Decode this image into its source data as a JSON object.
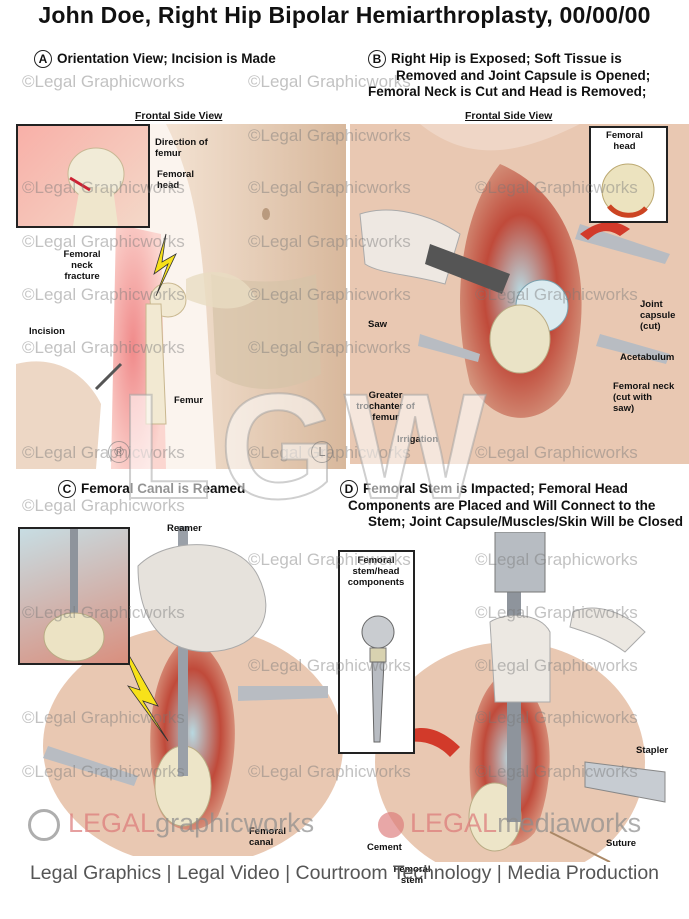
{
  "title": "John Doe, Right Hip Bipolar Hemiarthroplasty, 00/00/00",
  "panels": {
    "a": {
      "letter": "A",
      "heading": "Orientation View; Incision is Made",
      "view": "Frontal Side View",
      "labels": {
        "direction": "Direction of femur",
        "head": "Femoral head",
        "neck": "Femoral neck fracture",
        "incision": "Incision",
        "femur": "Femur"
      }
    },
    "b": {
      "letter": "B",
      "heading_lines": [
        "Right Hip is Exposed; Soft Tissue is",
        "Removed and Joint Capsule is Opened;",
        "Femoral Neck is Cut and Head is Removed;"
      ],
      "view": "Frontal Side View",
      "labels": {
        "inset_head": "Femoral head",
        "saw": "Saw",
        "capsule": "Joint capsule (cut)",
        "acetabulum": "Acetabulum",
        "neck": "Femoral neck (cut with saw)",
        "trochanter": "Greater trochanter of femur",
        "irrigation": "Irrigation"
      }
    },
    "c": {
      "letter": "C",
      "heading": "Femoral Canal is Reamed",
      "labels": {
        "reamer": "Reamer",
        "canal": "Femoral canal"
      }
    },
    "d": {
      "letter": "D",
      "heading_lines": [
        "Femoral Stem is Impacted; Femoral Head",
        "Components are Placed and Will Connect to the",
        "Stem; Joint Capsule/Muscles/Skin Will be Closed"
      ],
      "labels": {
        "components": "Femoral stem/head components",
        "stapler": "Stapler",
        "cement": "Cement",
        "suture": "Suture",
        "stem": "Femoral stem"
      }
    }
  },
  "watermark": "©Legal Graphicworks",
  "marks": {
    "registered": "®",
    "lgw": "LGW"
  },
  "logos": {
    "left_prefix": "LEGAL",
    "left_suffix": "graphicworks",
    "right_prefix": "LEGAL",
    "right_suffix": "mediaworks"
  },
  "footer": "Legal Graphics | Legal Video | Courtroom Technology | Media Production"
}
